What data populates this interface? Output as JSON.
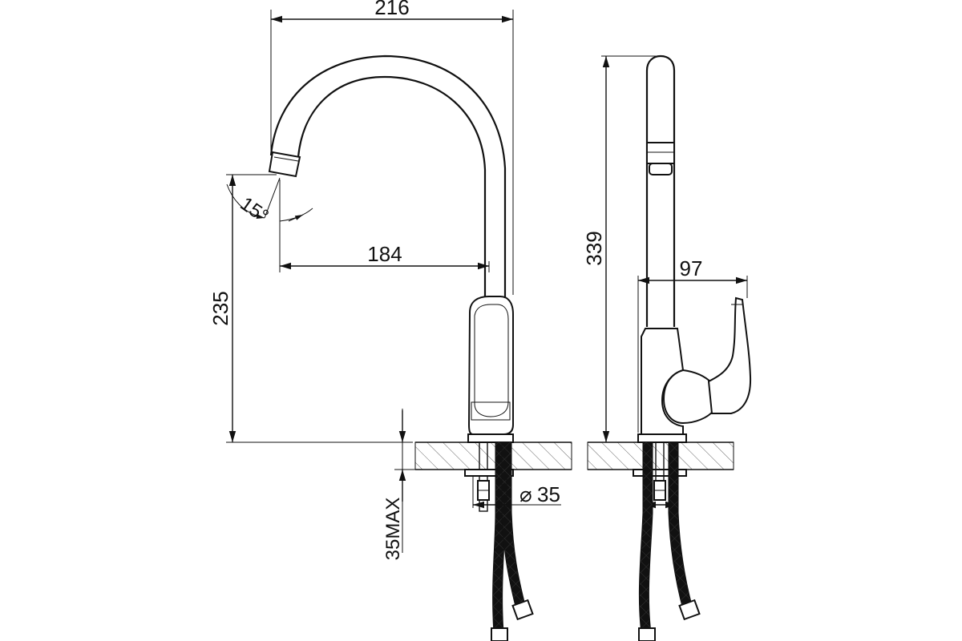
{
  "dimensions": {
    "overall_width": "216",
    "spout_reach": "184",
    "spout_height": "235",
    "overall_height": "339",
    "handle_depth": "97",
    "swivel_angle": "15°",
    "diameter": "35",
    "diameter_symbol": "⌀",
    "mounting_thickness": "35MAX"
  }
}
